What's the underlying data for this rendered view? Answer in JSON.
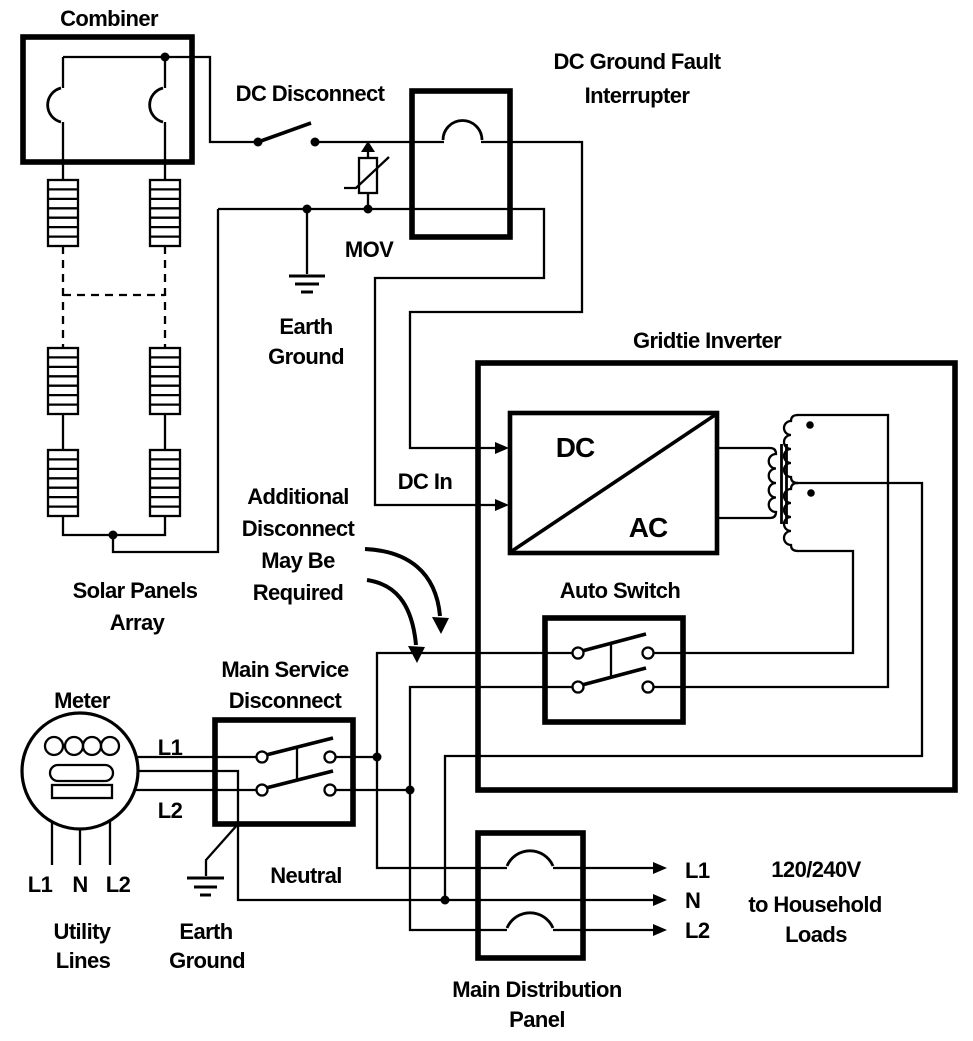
{
  "colors": {
    "ink": "#000000",
    "background": "#ffffff"
  },
  "combiner": {
    "label": "Combiner"
  },
  "dc_disconnect": {
    "label": "DC Disconnect"
  },
  "gfi": {
    "label1": "DC Ground Fault",
    "label2": "Interrupter"
  },
  "mov": {
    "label": "MOV"
  },
  "earth_ground_top": {
    "label1": "Earth",
    "label2": "Ground"
  },
  "solar_array": {
    "label1": "Solar Panels",
    "label2": "Array"
  },
  "inverter": {
    "label": "Gridtie Inverter",
    "dc_label": "DC",
    "ac_label": "AC",
    "dc_in_label": "DC In",
    "auto_switch_label": "Auto Switch"
  },
  "note": {
    "line1": "Additional",
    "line2": "Disconnect",
    "line3": "May Be",
    "line4": "Required"
  },
  "meter": {
    "label": "Meter",
    "l1": "L1",
    "l2": "L2"
  },
  "service_disconnect": {
    "label1": "Main Service",
    "label2": "Disconnect",
    "neutral_label": "Neutral"
  },
  "utility": {
    "l1": "L1",
    "n": "N",
    "l2": "L2",
    "label1": "Utility",
    "label2": "Lines"
  },
  "earth_ground_bottom": {
    "label1": "Earth",
    "label2": "Ground"
  },
  "distribution_panel": {
    "label1": "Main Distribution",
    "label2": "Panel"
  },
  "output": {
    "l1": "L1",
    "n": "N",
    "l2": "L2",
    "line1": "120/240V",
    "line2": "to Household",
    "line3": "Loads"
  }
}
